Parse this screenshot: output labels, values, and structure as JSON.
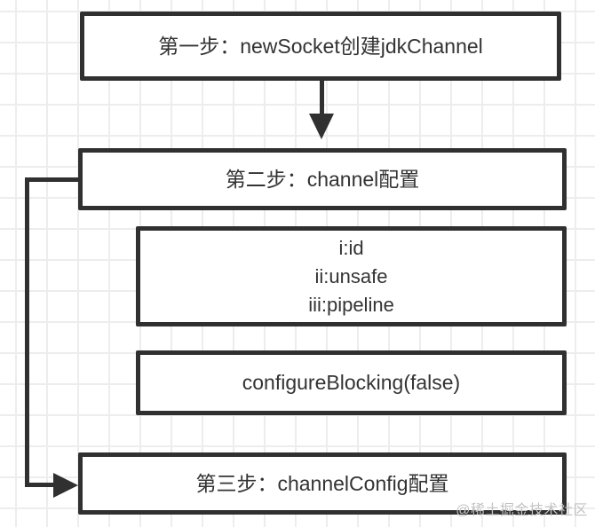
{
  "diagram": {
    "boxes": {
      "step1": {
        "label": "第一步：newSocket创建jdkChannel"
      },
      "step2": {
        "label": "第二步：channel配置"
      },
      "channel_detail": {
        "lines": [
          "i:id",
          "ii:unsafe",
          "iii:pipeline"
        ]
      },
      "configure_blocking": {
        "label": "configureBlocking(false)"
      },
      "step3": {
        "label": "第三步：channelConfig配置"
      }
    },
    "watermark": "@稀土掘金技术社区",
    "colors": {
      "border": "#303030",
      "text": "#333333",
      "grid": "#ededed",
      "watermark": "#c3c3c3",
      "background": "#ffffff"
    }
  }
}
